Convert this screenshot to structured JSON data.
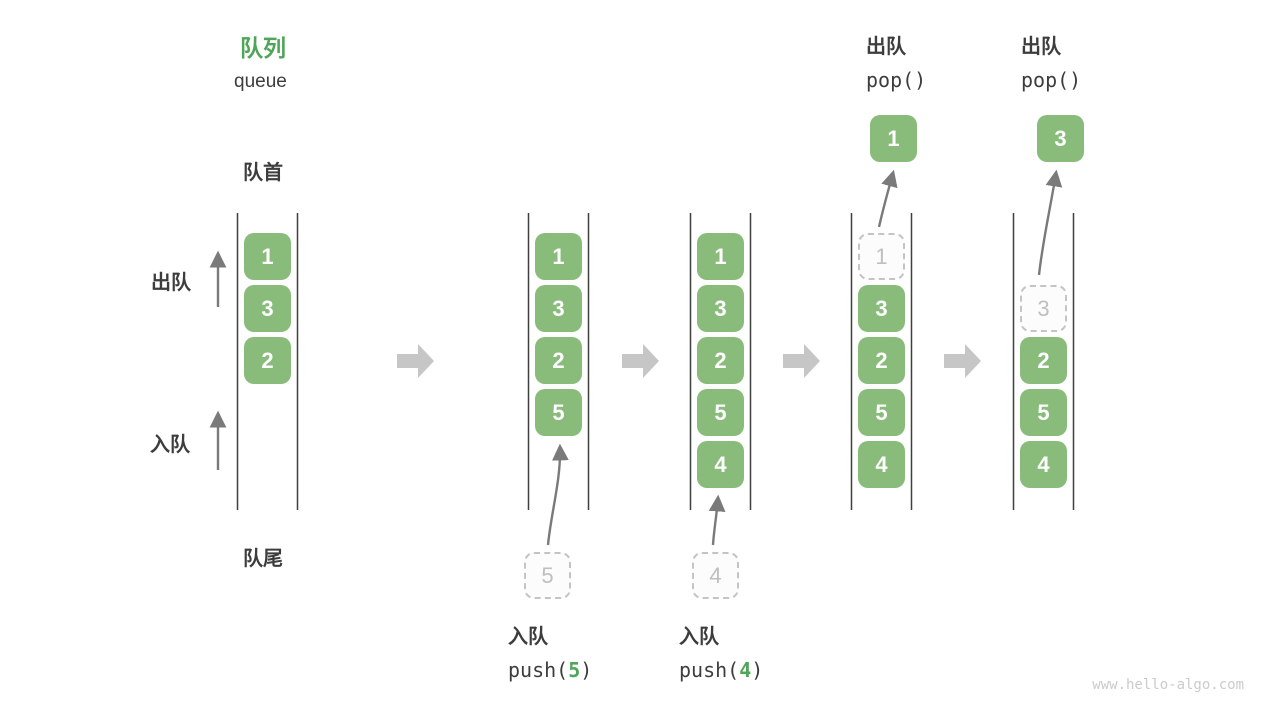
{
  "meta": {
    "title_zh": "队列",
    "title_en": "queue",
    "watermark": "www.hello-algo.com"
  },
  "labels": {
    "front": "队首",
    "rear": "队尾",
    "dequeue": "出队",
    "enqueue": "入队",
    "pop_code": "pop()",
    "push_pre": "push(",
    "push_post": ")"
  },
  "colors": {
    "title_green": "#4fa558",
    "box_green": "#89bc7b",
    "box_text": "#ffffff",
    "text_dark": "#3d3d3d",
    "line": "#3f3f3f",
    "thin_arrow": "#7a7a7a",
    "block_arrow": "#c6c6c6",
    "dashed_border": "#c4c4c4",
    "dashed_text": "#bfbfbf",
    "watermark": "#cbcbcb"
  },
  "queues": [
    {
      "name": "state-initial",
      "slots": [
        {
          "value": "1",
          "style": "solid",
          "row": 0
        },
        {
          "value": "3",
          "style": "solid",
          "row": 1
        },
        {
          "value": "2",
          "style": "solid",
          "row": 2
        }
      ]
    },
    {
      "name": "state-after-push-5",
      "slots": [
        {
          "value": "1",
          "style": "solid",
          "row": 0
        },
        {
          "value": "3",
          "style": "solid",
          "row": 1
        },
        {
          "value": "2",
          "style": "solid",
          "row": 2
        },
        {
          "value": "5",
          "style": "solid",
          "row": 3
        }
      ],
      "staged_value": "5",
      "op": {
        "label": "入队",
        "arg": "5"
      }
    },
    {
      "name": "state-after-push-4",
      "slots": [
        {
          "value": "1",
          "style": "solid",
          "row": 0
        },
        {
          "value": "3",
          "style": "solid",
          "row": 1
        },
        {
          "value": "2",
          "style": "solid",
          "row": 2
        },
        {
          "value": "5",
          "style": "solid",
          "row": 3
        },
        {
          "value": "4",
          "style": "solid",
          "row": 4
        }
      ],
      "staged_value": "4",
      "op": {
        "label": "入队",
        "arg": "4"
      }
    },
    {
      "name": "state-after-pop-1",
      "slots": [
        {
          "value": "1",
          "style": "dashed",
          "row": 0
        },
        {
          "value": "3",
          "style": "solid",
          "row": 1
        },
        {
          "value": "2",
          "style": "solid",
          "row": 2
        },
        {
          "value": "5",
          "style": "solid",
          "row": 3
        },
        {
          "value": "4",
          "style": "solid",
          "row": 4
        }
      ],
      "popped_value": "1",
      "op": {
        "label": "出队"
      }
    },
    {
      "name": "state-after-pop-3",
      "slots": [
        {
          "value": "3",
          "style": "dashed",
          "row": 1
        },
        {
          "value": "2",
          "style": "solid",
          "row": 2
        },
        {
          "value": "5",
          "style": "solid",
          "row": 3
        },
        {
          "value": "4",
          "style": "solid",
          "row": 4
        }
      ],
      "popped_value": "3",
      "op": {
        "label": "出队"
      }
    }
  ]
}
